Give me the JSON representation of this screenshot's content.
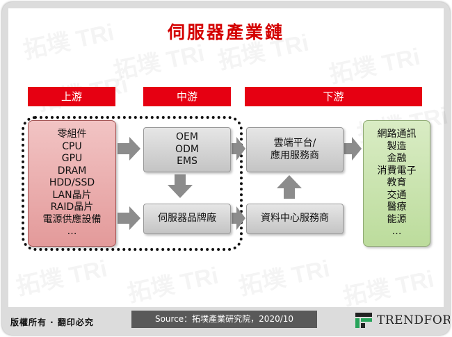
{
  "title": "伺服器產業鏈",
  "headers": {
    "upstream": "上游",
    "midstream": "中游",
    "downstream": "下游"
  },
  "components": [
    "零組件",
    "CPU",
    "GPU",
    "DRAM",
    "HDD/SSD",
    "LAN晶片",
    "RAID晶片",
    "電源供應設備",
    "…"
  ],
  "manufacturing": [
    "OEM",
    "ODM",
    "EMS"
  ],
  "brand": "伺服器品牌廠",
  "cloud": [
    "雲端平台/",
    "應用服務商"
  ],
  "datacenter": "資料中心服務商",
  "applications": [
    "網路通訊",
    "製造",
    "金融",
    "消費電子",
    "教育",
    "交通",
    "醫療",
    "能源",
    "…"
  ],
  "watermark": "拓墣 TRi",
  "footer": {
    "rights": "版權所有 · 翻印必究",
    "source": "Source：拓墣產業研究院，2020/10",
    "logo": "TRENDFORCE"
  },
  "colors": {
    "header_red": "#e60012",
    "title_red": "#d40000",
    "arrow_gray": "#8c8c8c",
    "logo_green": "#27a35a"
  }
}
